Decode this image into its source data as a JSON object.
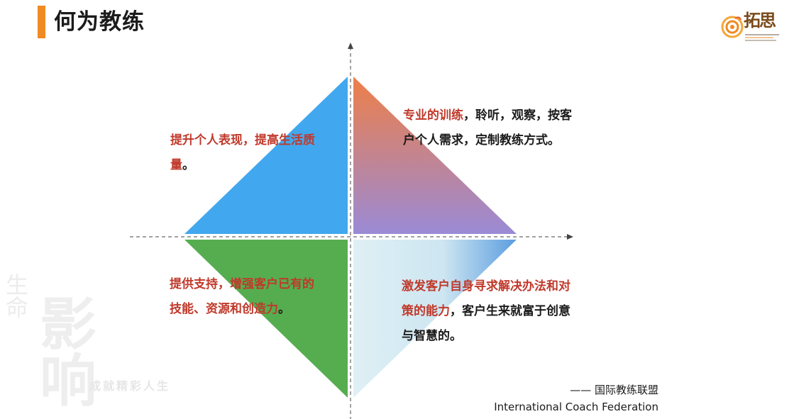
{
  "slide": {
    "title": "何为教练",
    "accent_color": "#f08a22"
  },
  "logo": {
    "icon": "swirl-logo-icon",
    "text": "拓思"
  },
  "quadrants": {
    "top_left": {
      "red_text": "提升个人表现，提高生活质量",
      "black_text": "。",
      "color": "#41a8ef"
    },
    "top_right": {
      "red_text": "专业的训练",
      "black_text": "，聆听，观察，按客户个人需求，定制教练方式。",
      "color_top": "#ee7f48",
      "color_bottom": "#9a8ad6"
    },
    "bottom_left": {
      "red_text": "提供支持，增强客户已有的技能、资源和创造力",
      "black_text": "。",
      "color": "#56ad50"
    },
    "bottom_right": {
      "red_text": "激发客户自身寻求解决办法和对策的能力",
      "black_text": "，客户生来就富于创意与智慧的。",
      "color_left": "#dff0f5",
      "color_right": "#5b9ddf"
    }
  },
  "quote": {
    "source_cn": "—— 国际教练联盟",
    "source_en": "International Coach Federation"
  },
  "watermark": {
    "chars_1": "生命",
    "chars_2": "影响",
    "slogan": "成就精彩人生"
  }
}
